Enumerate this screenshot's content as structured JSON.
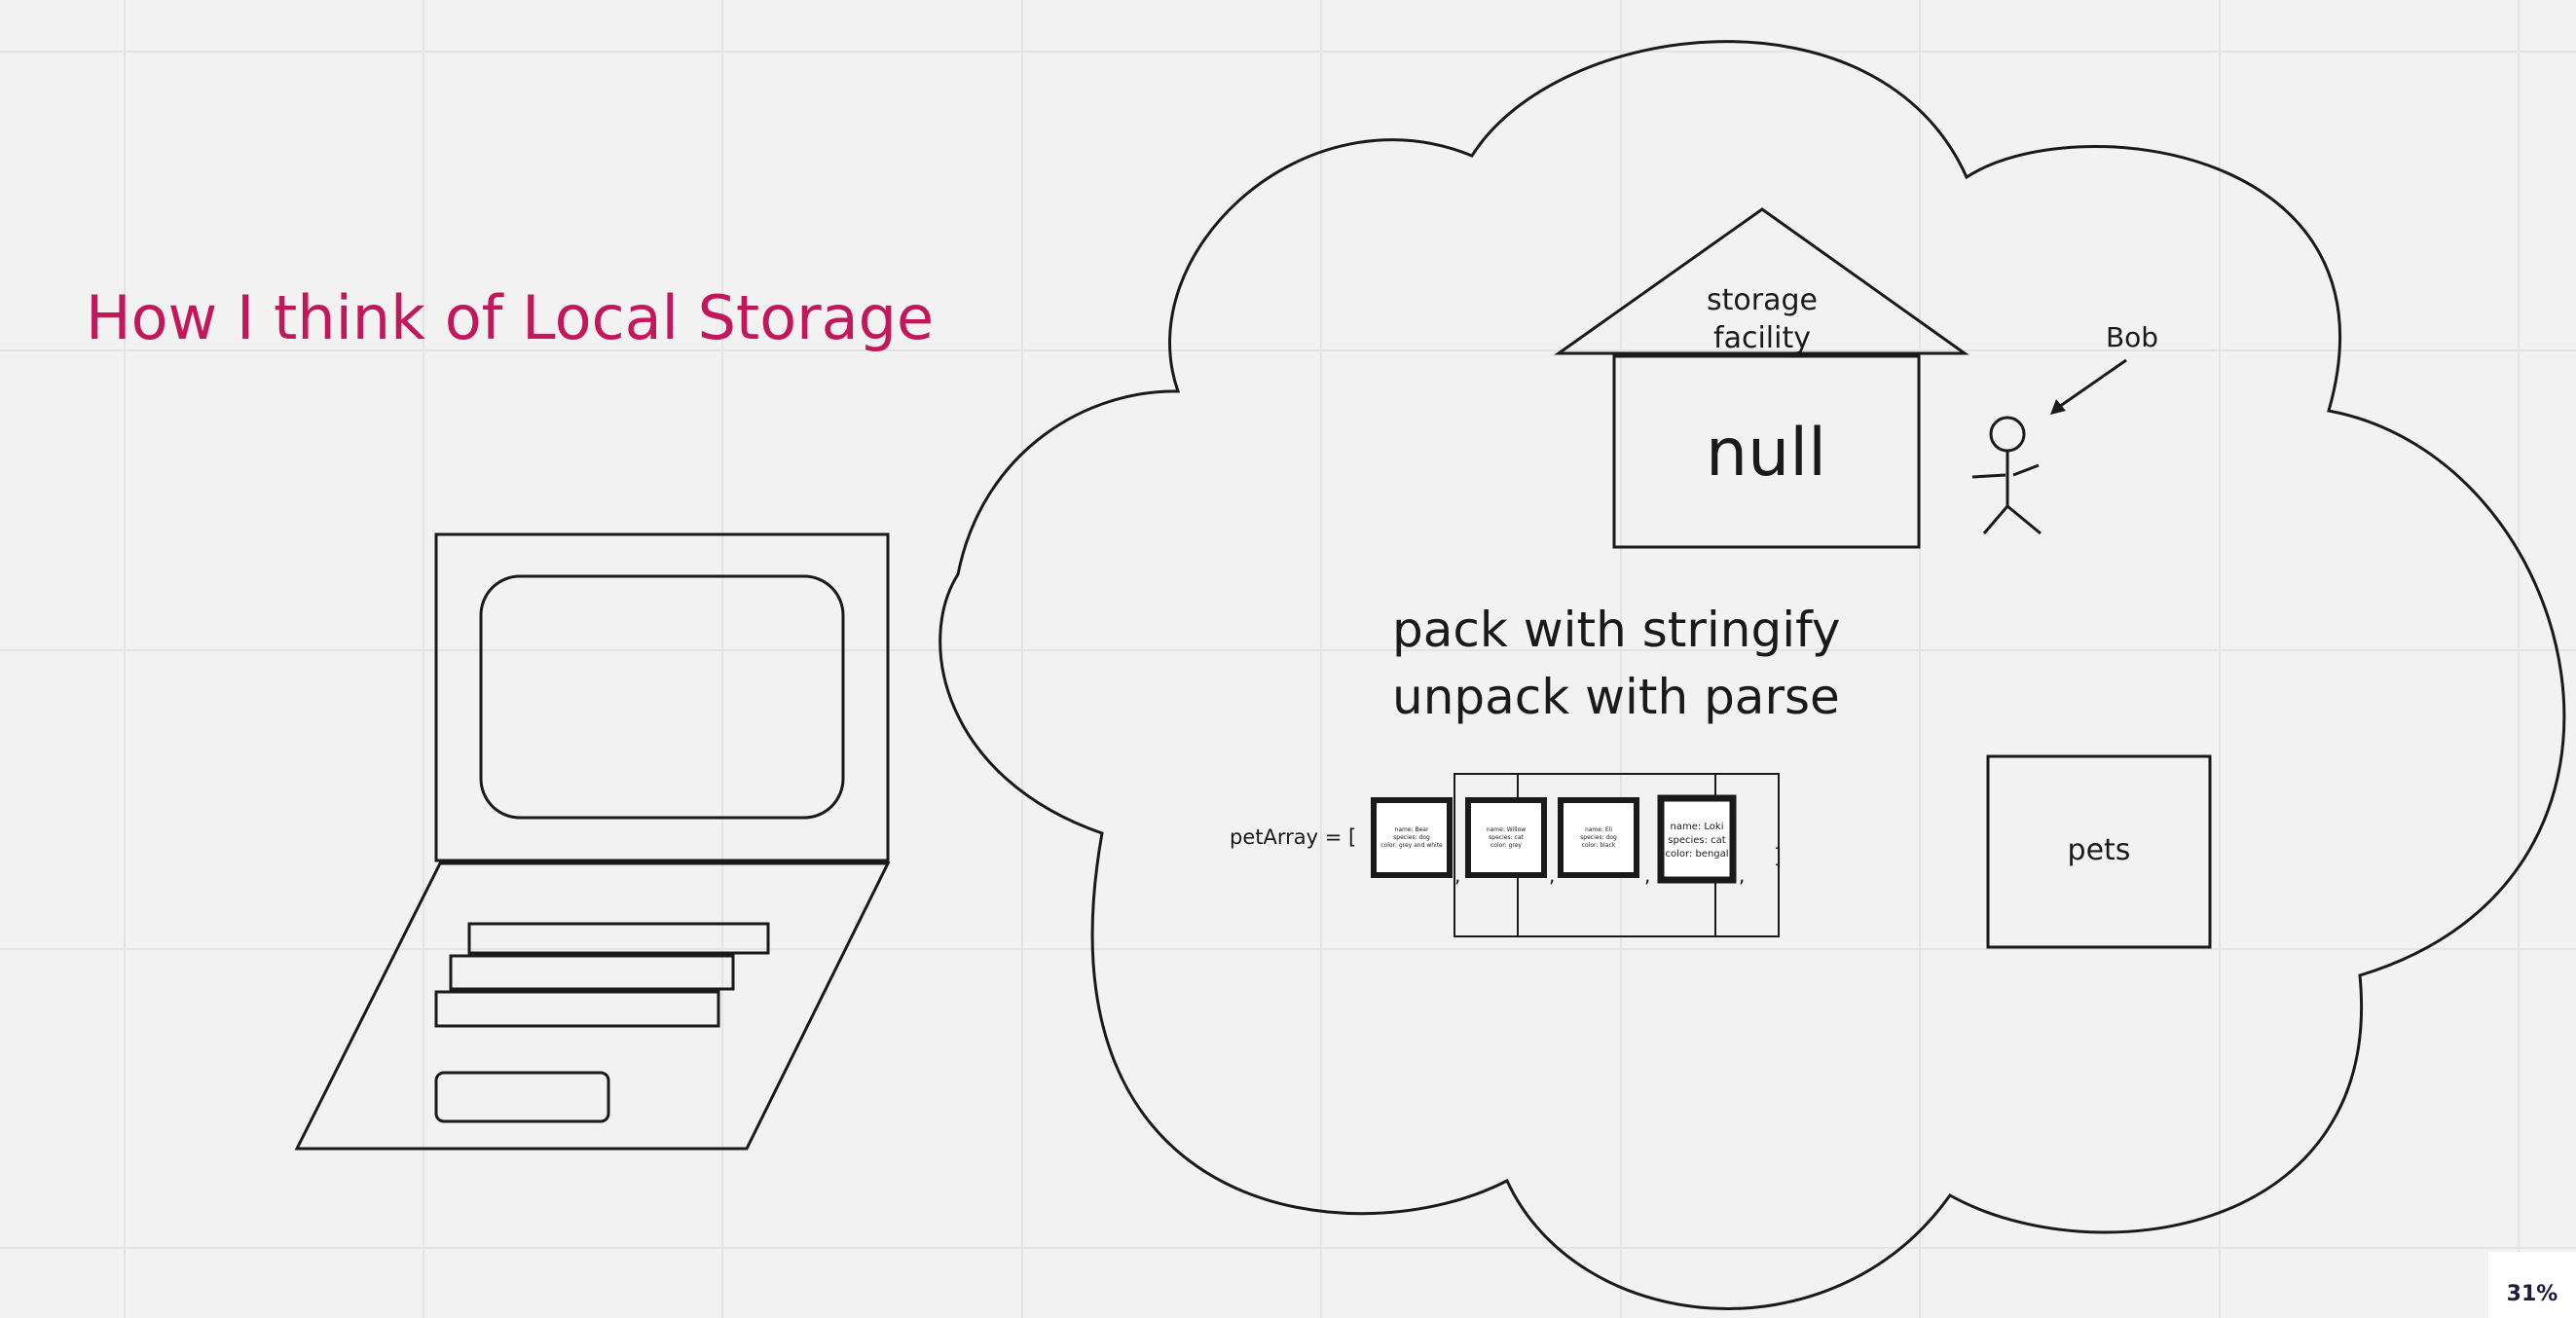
{
  "title": "How I think of Local Storage",
  "colors": {
    "title": "#c2185b",
    "stroke": "#1a1a1a",
    "background": "#f2f2f2",
    "grid": "#e4e4e4"
  },
  "house": {
    "label_line1": "storage",
    "label_line2": "facility",
    "content": "null"
  },
  "person": {
    "label": "Bob"
  },
  "notes": {
    "line1": "pack with stringify",
    "line2": "unpack with parse"
  },
  "pet_array": {
    "prefix": "petArray = [",
    "suffix": "]",
    "separator": ",",
    "items": [
      {
        "line1": "name: Bear",
        "line2": "species: dog",
        "line3": "color: grey and white"
      },
      {
        "line1": "name: Willow",
        "line2": "species: cat",
        "line3": "color: grey"
      },
      {
        "line1": "name: Eli",
        "line2": "species: dog",
        "line3": "color: black"
      },
      {
        "line1": "name: Loki",
        "line2": "species: cat",
        "line3": "color: bengal"
      }
    ]
  },
  "pets_box": {
    "label": "pets"
  },
  "zoom": {
    "level": "31%"
  }
}
